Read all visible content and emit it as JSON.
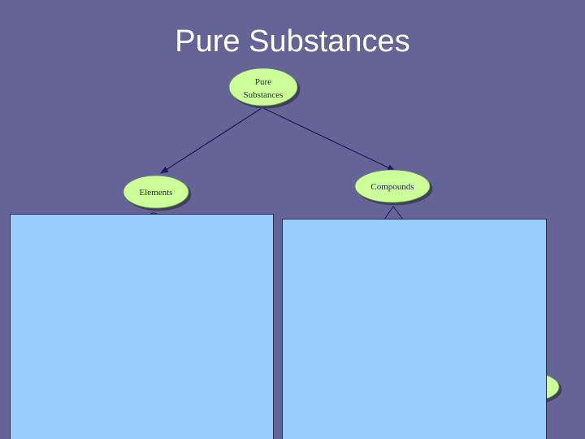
{
  "slide": {
    "title": "Pure Substances"
  },
  "diagram": {
    "root": {
      "line1": "Pure",
      "line2": "Substances"
    },
    "left_child": {
      "label": "Elements"
    },
    "right_child": {
      "label": "Compounds"
    }
  },
  "colors": {
    "background": "#656497",
    "node_fill": "#ccff99",
    "panel_fill": "#99ccff",
    "arrow": "#1a1a66"
  }
}
